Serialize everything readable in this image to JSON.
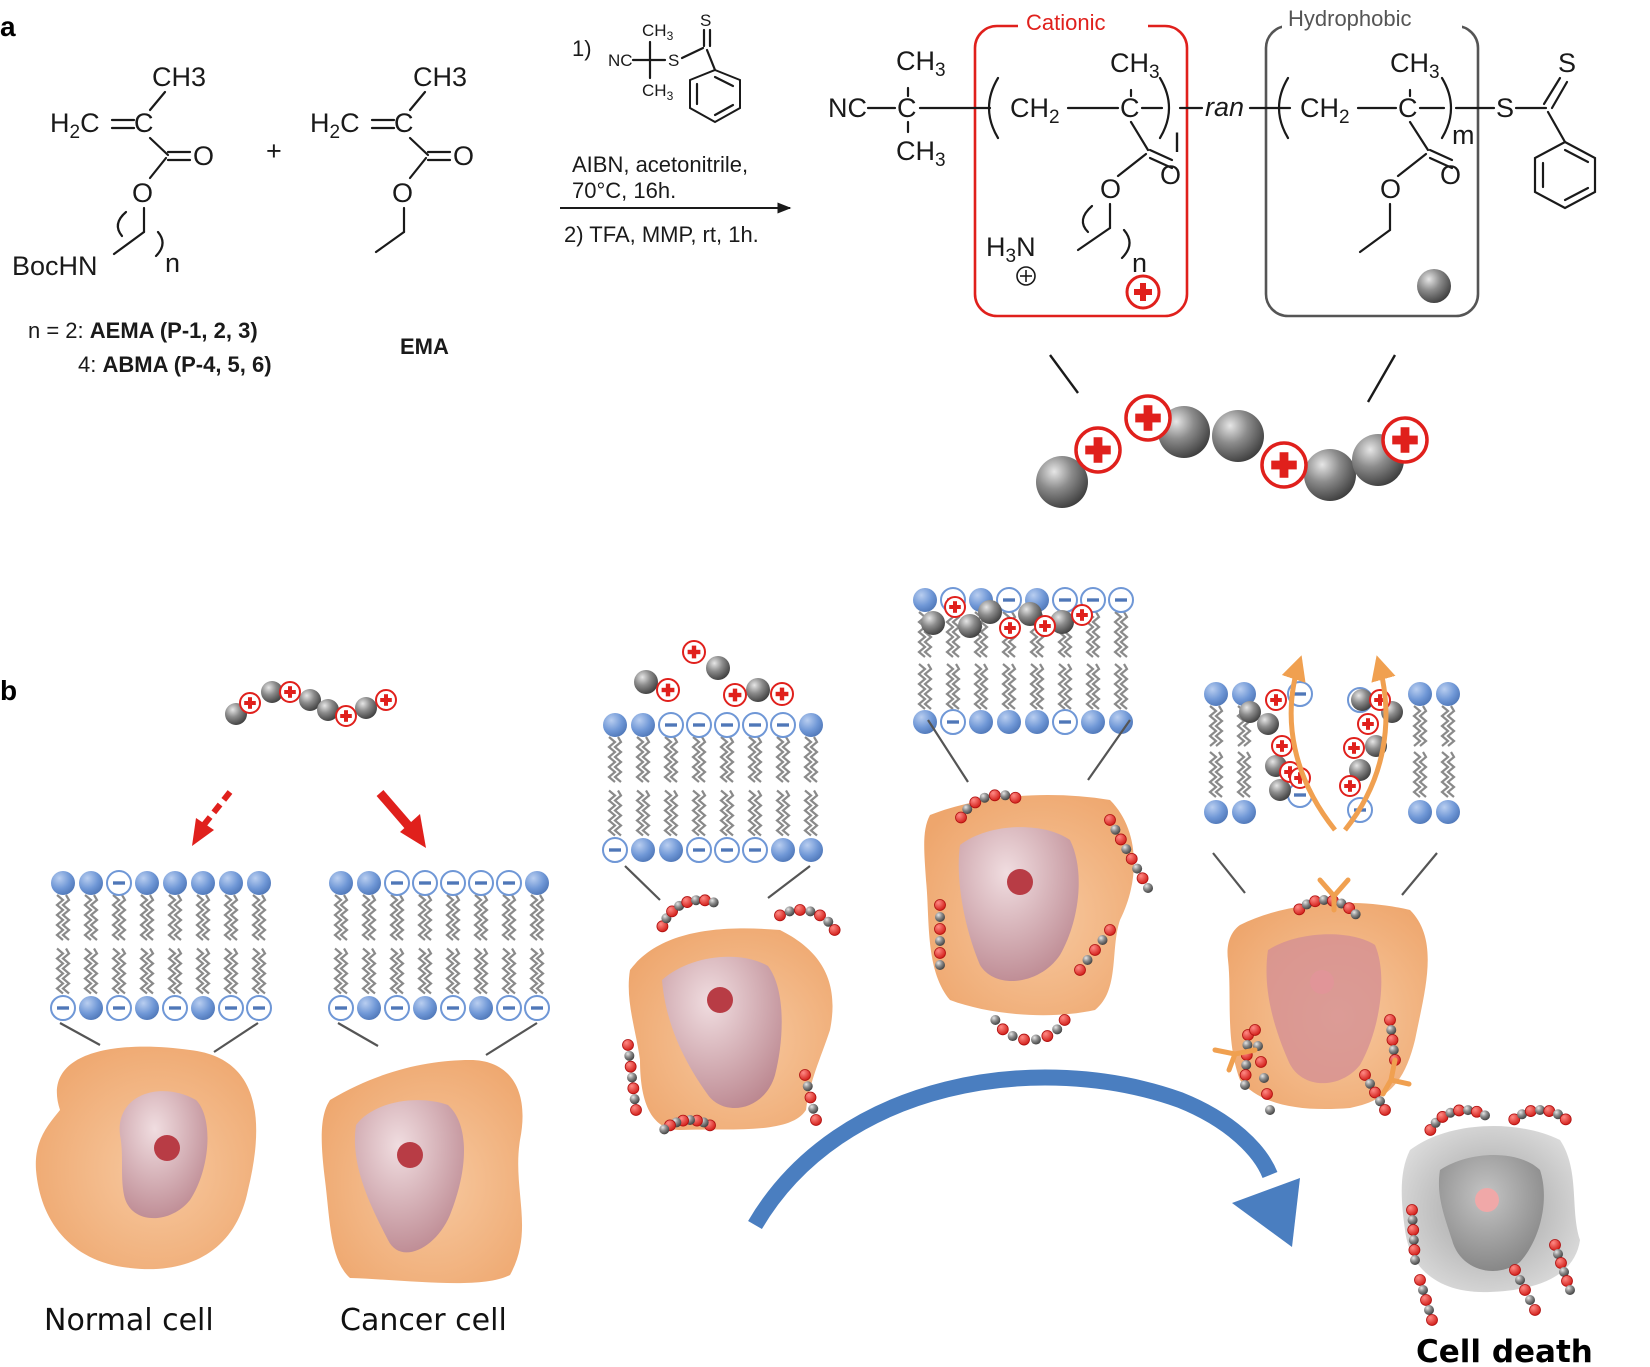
{
  "panels": {
    "a": "a",
    "b": "b"
  },
  "monomers": {
    "ch3": "CH3",
    "h2c": "H2C",
    "o": "O",
    "boc": "BocHN",
    "n": "n",
    "plus_sign": "+",
    "aema_prefix": "n = 2: ",
    "aema": "AEMA (P-1, 2, 3)",
    "abma_prefix": "4: ",
    "abma": "ABMA (P-4, 5, 6)",
    "ema": "EMA"
  },
  "reaction": {
    "step1": "1)",
    "raft_nc": "NC",
    "raft_s": "S",
    "conditions_1": "AIBN, acetonitrile,",
    "conditions_2": "70°C, 16h.",
    "step2": "2) TFA, MMP, rt, 1h."
  },
  "polymer": {
    "nc": "NC",
    "c": "C",
    "ch2": "CH2",
    "l": "l",
    "m": "m",
    "ran": "ran",
    "h3n": "H3N",
    "s": "S",
    "cationic_label": "Cationic",
    "hydrophobic_label": "Hydrophobic"
  },
  "captions": {
    "normal": "Normal cell",
    "cancer": "Cancer cell",
    "death": "Cell death"
  },
  "colors": {
    "cationic": "#e0201c",
    "hydrophobic_box": "#555555",
    "lipid_head": "#6f97d6",
    "cell": "#f2b47e",
    "nucleus": "#c98c96",
    "nucleolus": "#b83c45",
    "pore_arrow": "#f0a050",
    "process_arrow": "#4a7ec0"
  }
}
